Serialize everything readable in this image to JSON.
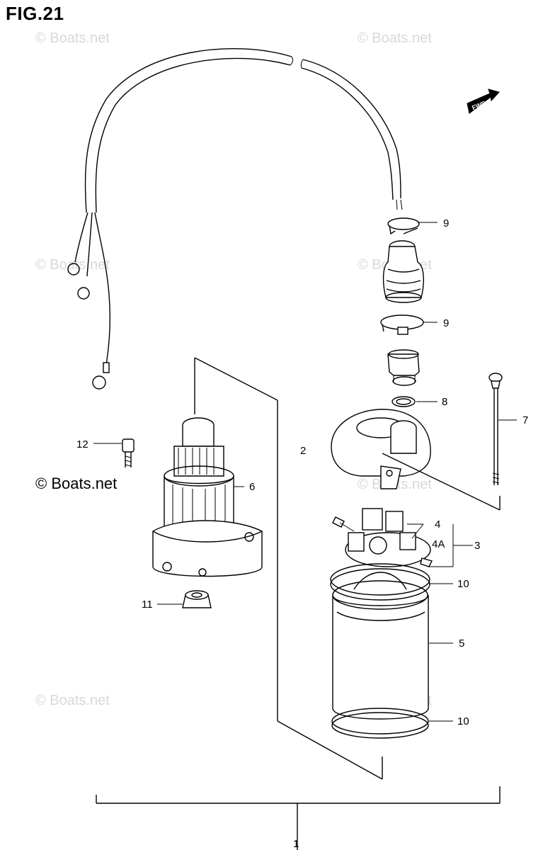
{
  "figure": {
    "title": "FIG.21"
  },
  "watermark": {
    "text": "© Boats.net"
  },
  "direction_badge": {
    "text": "FWD"
  },
  "callouts": {
    "c1": "1",
    "c2": "2",
    "c3": "3",
    "c4": "4",
    "c4a": "4A",
    "c5": "5",
    "c6": "6",
    "c7": "7",
    "c8": "8",
    "c9a": "9",
    "c9b": "9",
    "c10a": "10",
    "c10b": "10",
    "c11": "11",
    "c12": "12"
  },
  "colors": {
    "line": "#000000",
    "watermark": "#d8d8d8",
    "background": "#ffffff"
  }
}
